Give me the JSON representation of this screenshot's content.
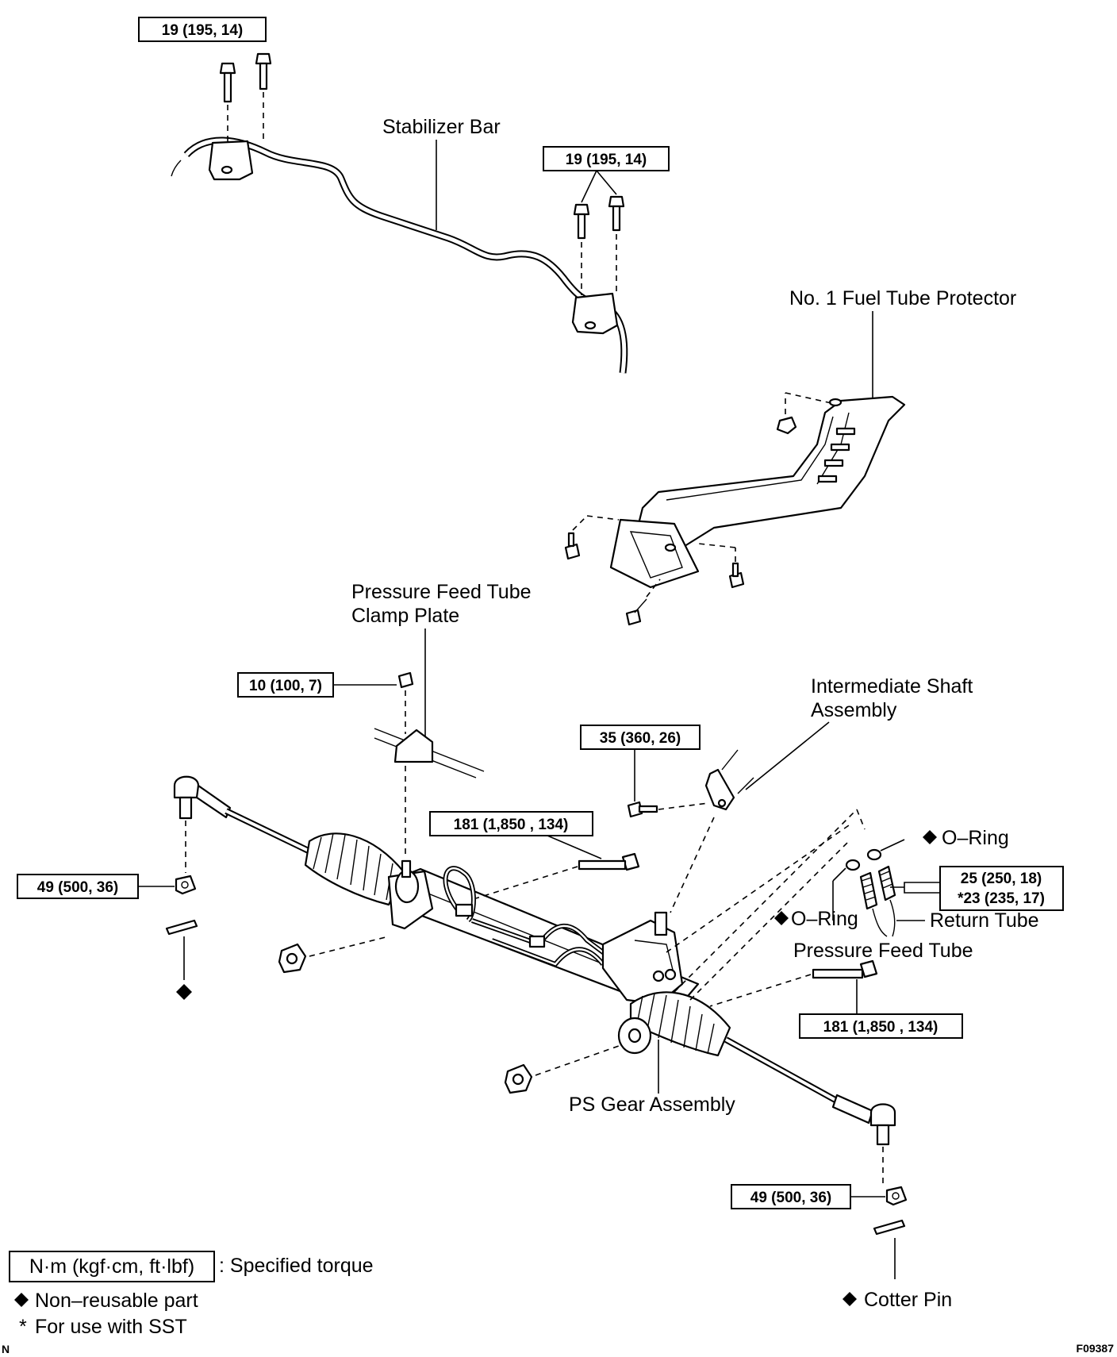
{
  "labels": {
    "stabilizer_bar": "Stabilizer Bar",
    "fuel_tube_protector": "No. 1 Fuel Tube Protector",
    "clamp_plate_line1": "Pressure Feed Tube",
    "clamp_plate_line2": "Clamp Plate",
    "intermediate_shaft_line1": "Intermediate Shaft",
    "intermediate_shaft_line2": "Assembly",
    "o_ring_upper": "O–Ring",
    "o_ring_lower": "O–Ring",
    "return_tube": "Return Tube",
    "pressure_feed_tube": "Pressure Feed Tube",
    "ps_gear_assembly": "PS Gear Assembly",
    "cotter_pin": "Cotter Pin"
  },
  "torques": {
    "stabilizer_left": "19 (195, 14)",
    "stabilizer_right": "19 (195, 14)",
    "clamp_plate_nut": "10 (100, 7)",
    "intermediate_shaft_bolt": "35 (360, 26)",
    "gear_bolt_upper": "181 (1,850 , 134)",
    "gear_bolt_lower": "181 (1,850 , 134)",
    "tie_rod_nut_left": "49 (500, 36)",
    "tie_rod_nut_right": "49 (500, 36)",
    "tube_union_line1": "25 (250, 18)",
    "tube_union_line2": "*23 (235, 17)"
  },
  "legend": {
    "unit_box": "N·m (kgf·cm, ft·lbf)",
    "unit_desc": ": Specified torque",
    "non_reusable": "Non–reusable part",
    "sst": "For use with SST",
    "sst_mark": "*"
  },
  "symbols": {
    "non_reusable_mark": "diamond-icon"
  },
  "figure_code": "F09387",
  "corner_mark": "N"
}
